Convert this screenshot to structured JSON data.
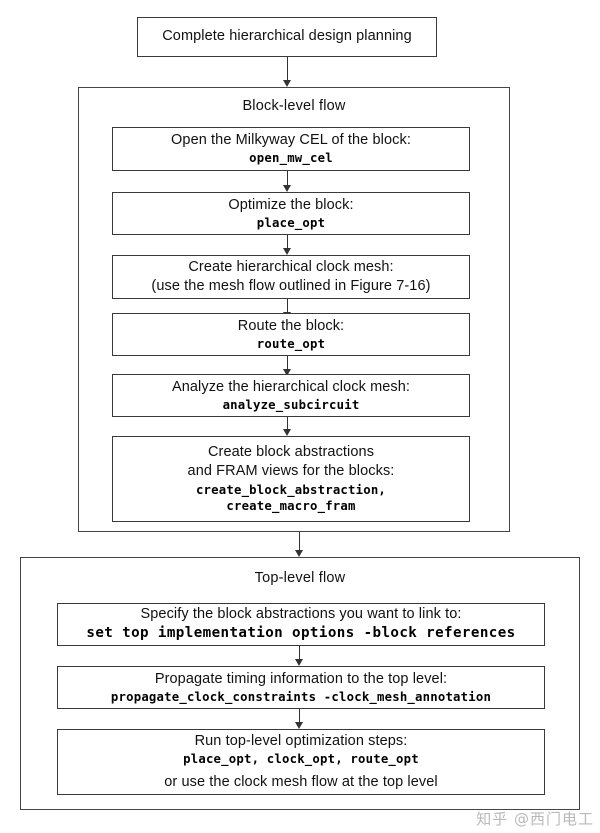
{
  "diagram": {
    "title_box": {
      "label": "Complete hierarchical design planning"
    },
    "block_flow": {
      "title": "Block-level flow",
      "steps": [
        {
          "prose": "Open the Milkyway CEL of the block:",
          "code": "open_mw_cel"
        },
        {
          "prose": "Optimize the block:",
          "code": "place_opt"
        },
        {
          "prose": "Create hierarchical clock mesh:",
          "prose2": "(use the mesh flow outlined in Figure 7-16)"
        },
        {
          "prose": "Route the block:",
          "code": "route_opt"
        },
        {
          "prose": "Analyze the hierarchical clock mesh:",
          "code": "analyze_subcircuit"
        },
        {
          "prose": "Create block abstractions",
          "prose2": "and FRAM views for the blocks:",
          "code": "create_block_abstraction,",
          "code2": "create_macro_fram"
        }
      ]
    },
    "top_flow": {
      "title": "Top-level flow",
      "steps": [
        {
          "prose": "Specify the block abstractions you want to link to:",
          "code": "set top implementation options -block references"
        },
        {
          "prose": "Propagate timing information to the top level:",
          "code": "propagate_clock_constraints -clock_mesh_annotation"
        },
        {
          "prose": "Run top-level optimization steps:",
          "code": "place_opt, clock_opt, route_opt",
          "prose2": "or use the clock mesh flow at the top level"
        }
      ]
    },
    "watermark": "知乎 @西门电工"
  }
}
